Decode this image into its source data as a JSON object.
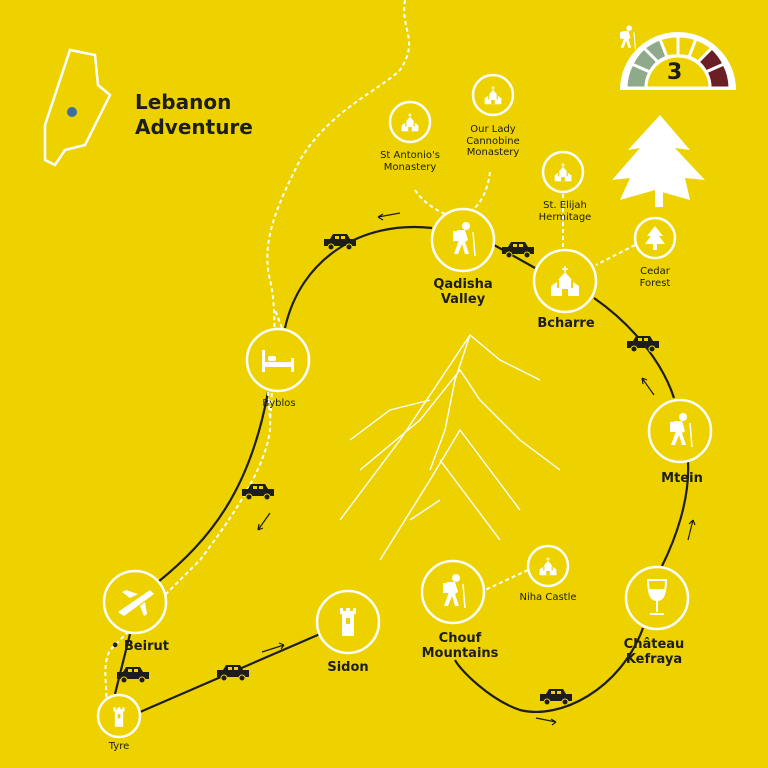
{
  "title": {
    "line1": "Lebanon",
    "line2": "Adventure"
  },
  "difficulty": {
    "level": "3",
    "colors": {
      "easy": "#8fa98b",
      "medium": "#EDD200",
      "hard": "#6b1e24"
    }
  },
  "stops": {
    "tyre": "Tyre",
    "beirut": "• Beirut",
    "byblos": "Byblos",
    "qadisha1": "Qadisha",
    "qadisha2": "Valley",
    "bcharre": "Bcharre",
    "mtein": "Mtein",
    "kefraya1": "Château",
    "kefraya2": "Kefraya",
    "chouf1": "Chouf",
    "chouf2": "Mountains",
    "sidon": "Sidon"
  },
  "sites": {
    "antonio1": "St Antonio's",
    "antonio2": "Monastery",
    "lady1": "Our Lady",
    "lady2": "Cannobine",
    "lady3": "Monastery",
    "elijah1": "St. Elijah",
    "elijah2": "Hermitage",
    "cedar1": "Cedar",
    "cedar2": "Forest",
    "niha": "Niha Castle"
  },
  "colors": {
    "background": "#EDD200",
    "route": "#1d1d1b",
    "icons": "#ffffff"
  }
}
